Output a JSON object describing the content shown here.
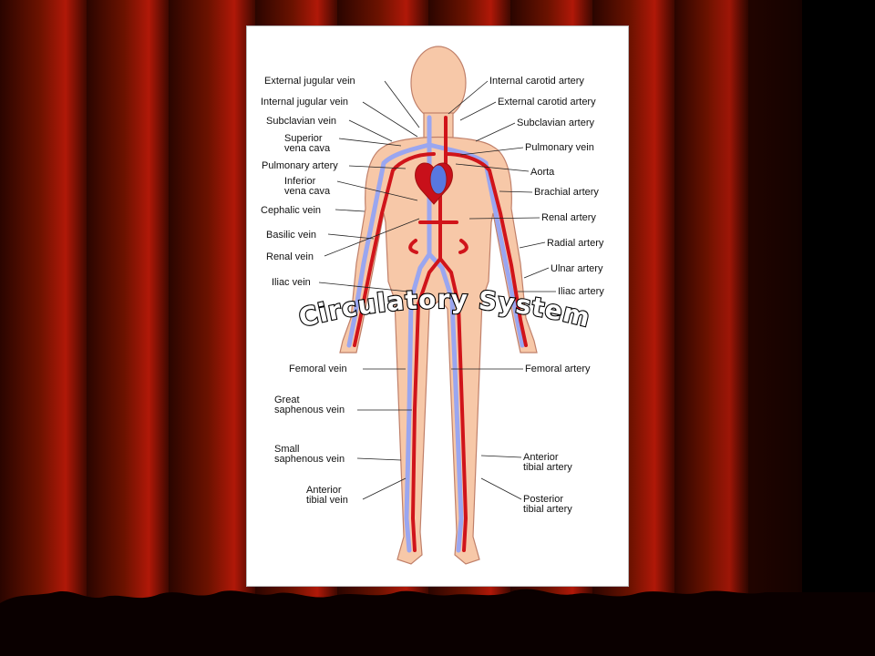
{
  "title": "Circulatory System",
  "colors": {
    "curtain_dark": "#2a0500",
    "curtain_mid": "#6b1200",
    "curtain_light": "#b01808",
    "floor": "#050000",
    "panel_bg": "#ffffff",
    "skin": "#f7c8a8",
    "skin_outline": "#c0806a",
    "artery": "#d0141a",
    "vein": "#9aa6f0",
    "heart_vein": "#5878e0",
    "title_fill": "#ffffff",
    "title_stroke": "#000000"
  },
  "labels_left": [
    "External jugular vein",
    "Internal jugular vein",
    "Subclavian vein",
    "Superior\nvena cava",
    "Pulmonary artery",
    "Inferior\nvena cava",
    "Cephalic vein",
    "Basilic vein",
    "Renal vein",
    "Iliac vein",
    "Femoral vein",
    "Great\nsaphenous vein",
    "Small\nsaphenous vein",
    "Anterior\ntibial vein"
  ],
  "labels_right": [
    "Internal carotid artery",
    "External carotid artery",
    "Subclavian artery",
    "Pulmonary vein",
    "Aorta",
    "Brachial artery",
    "Renal artery",
    "Radial artery",
    "Ulnar artery",
    "Iliac artery",
    "Femoral artery",
    "Anterior\ntibial artery",
    "Posterior\ntibial artery"
  ]
}
